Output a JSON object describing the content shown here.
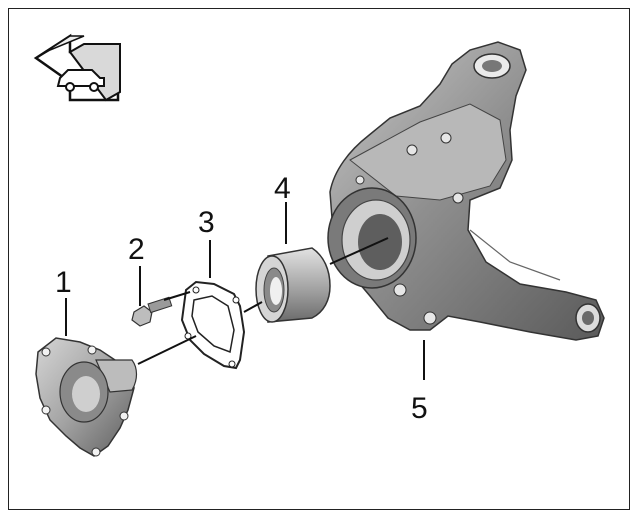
{
  "diagram": {
    "callouts": [
      {
        "id": "1",
        "label": "1",
        "part": "wheel-hub-flange"
      },
      {
        "id": "2",
        "label": "2",
        "part": "bolt"
      },
      {
        "id": "3",
        "label": "3",
        "part": "gasket-plate"
      },
      {
        "id": "4",
        "label": "4",
        "part": "wheel-bearing"
      },
      {
        "id": "5",
        "label": "5",
        "part": "steering-knuckle"
      }
    ],
    "orientation_icon": "vehicle-direction-arrow-icon",
    "colors": {
      "border": "#222222",
      "part_fill": "#9a9a9a",
      "part_dark": "#555555",
      "part_light": "#cfcfcf",
      "leader_line": "#111111"
    }
  }
}
